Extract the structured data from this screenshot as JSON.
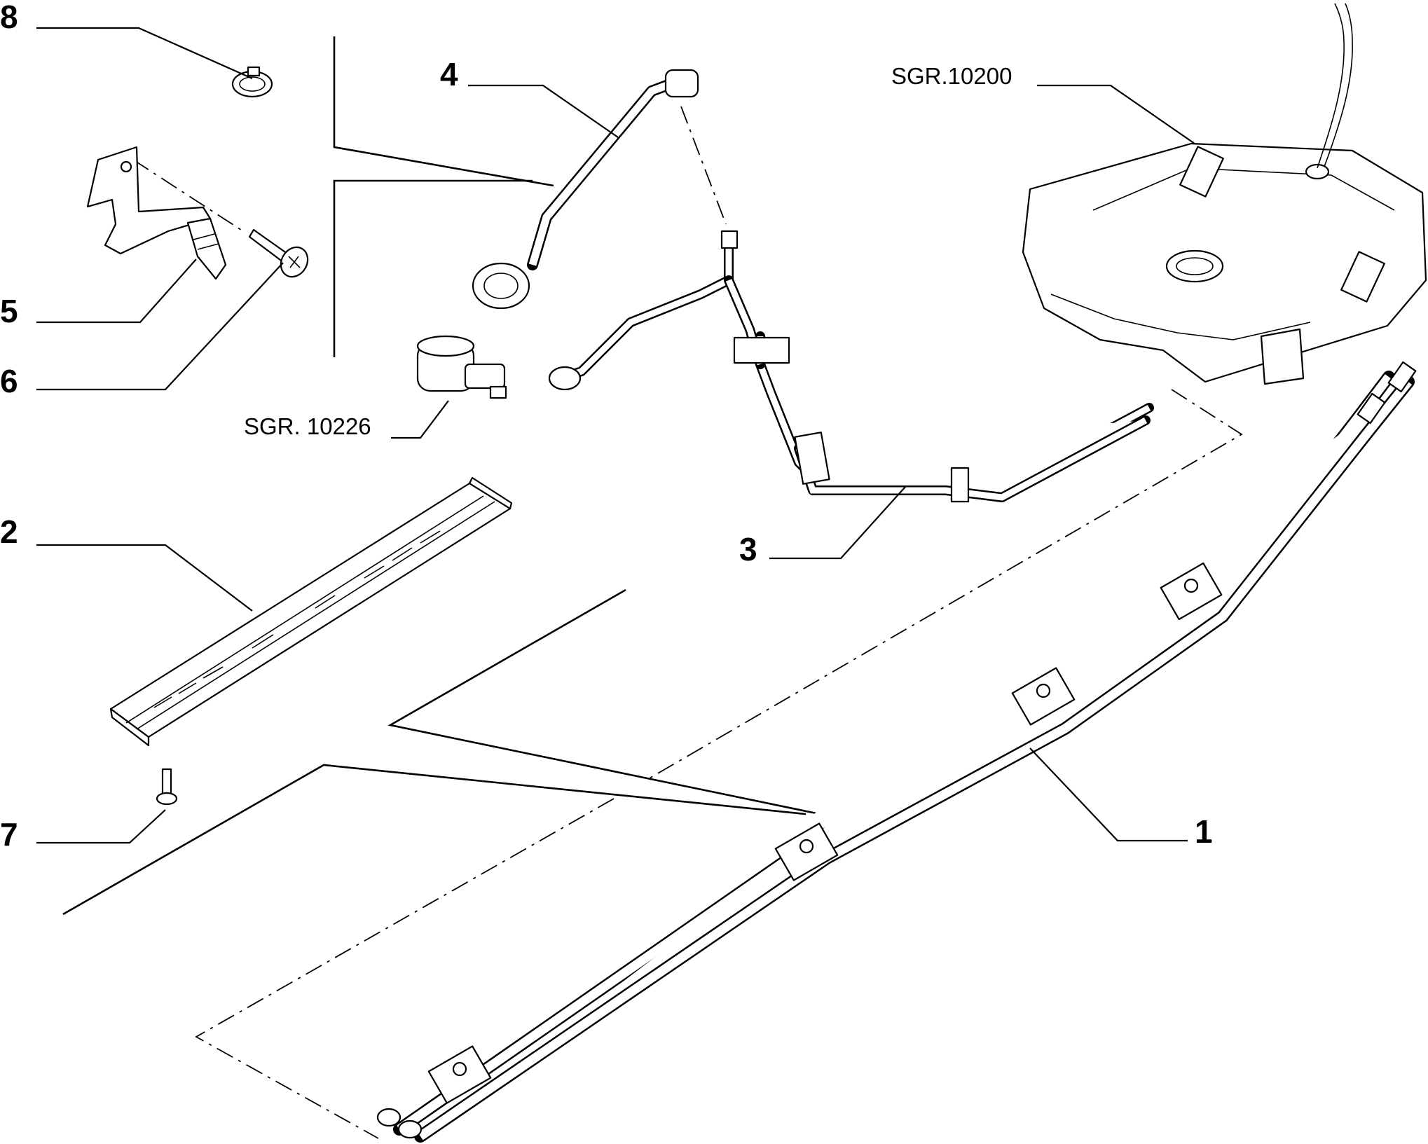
{
  "callouts": {
    "c1": "1",
    "c2": "2",
    "c3": "3",
    "c4": "4",
    "c5": "5",
    "c6": "6",
    "c7": "7",
    "c8": "8"
  },
  "references": {
    "tank": "SGR.10200",
    "sensor": "SGR. 10226"
  },
  "icons": {
    "hose_clamp": "hose-clamp-icon",
    "mounting_bracket": "mounting-bracket-icon",
    "screw": "screw-icon",
    "bolt": "bolt-icon",
    "protection_guard": "protection-guard-icon",
    "fuel_tank": "fuel-tank-icon",
    "sensor": "sensor-icon"
  }
}
